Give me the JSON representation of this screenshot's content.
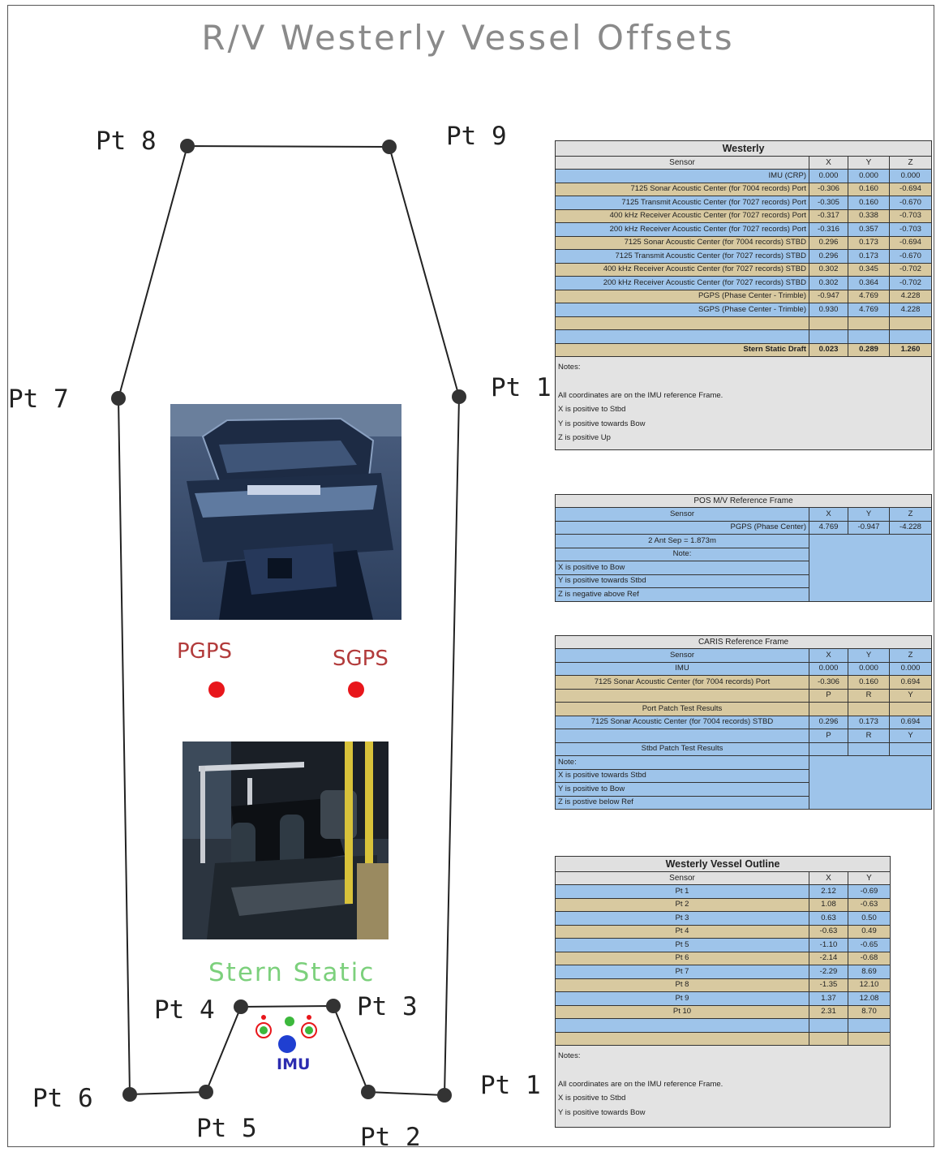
{
  "title": "R/V Westerly Vessel Offsets",
  "diagram": {
    "point_labels": [
      "Pt 8",
      "Pt 9",
      "Pt 7",
      "Pt 1",
      "Pt 4",
      "Pt 3",
      "Pt 6",
      "Pt 5",
      "Pt 2",
      "Pt 1"
    ],
    "pgps_label": "PGPS",
    "sgps_label": "SGPS",
    "stern_static_label": "Stern Static",
    "imu_label": "IMU",
    "colors": {
      "gps": "#e8161b",
      "imu": "#1f3fd1",
      "static": "#3cb83c",
      "outline": "#222222"
    }
  },
  "westerly_table": {
    "title": "Westerly",
    "headers": [
      "Sensor",
      "X",
      "Y",
      "Z"
    ],
    "rows": [
      {
        "sensor": "IMU (CRP)",
        "x": "0.000",
        "y": "0.000",
        "z": "0.000",
        "c": "b"
      },
      {
        "sensor": "7125 Sonar Acoustic Center (for 7004 records) Port",
        "x": "-0.306",
        "y": "0.160",
        "z": "-0.694",
        "c": "k"
      },
      {
        "sensor": "7125 Transmit Acoustic Center (for 7027 records) Port",
        "x": "-0.305",
        "y": "0.160",
        "z": "-0.670",
        "c": "b"
      },
      {
        "sensor": "400 kHz Receiver Acoustic Center (for 7027 records) Port",
        "x": "-0.317",
        "y": "0.338",
        "z": "-0.703",
        "c": "k"
      },
      {
        "sensor": "200 kHz Receiver Acoustic Center (for 7027 records) Port",
        "x": "-0.316",
        "y": "0.357",
        "z": "-0.703",
        "c": "b"
      },
      {
        "sensor": "7125 Sonar Acoustic Center (for 7004 records) STBD",
        "x": "0.296",
        "y": "0.173",
        "z": "-0.694",
        "c": "k"
      },
      {
        "sensor": "7125 Transmit Acoustic Center (for 7027 records) STBD",
        "x": "0.296",
        "y": "0.173",
        "z": "-0.670",
        "c": "b"
      },
      {
        "sensor": "400 kHz Receiver Acoustic Center (for 7027 records) STBD",
        "x": "0.302",
        "y": "0.345",
        "z": "-0.702",
        "c": "k"
      },
      {
        "sensor": "200 kHz Receiver Acoustic Center (for 7027 records) STBD",
        "x": "0.302",
        "y": "0.364",
        "z": "-0.702",
        "c": "b"
      },
      {
        "sensor": "PGPS (Phase Center - Trimble)",
        "x": "-0.947",
        "y": "4.769",
        "z": "4.228",
        "c": "k"
      },
      {
        "sensor": "SGPS (Phase Center - Trimble)",
        "x": "0.930",
        "y": "4.769",
        "z": "4.228",
        "c": "b"
      },
      {
        "sensor": "",
        "x": "",
        "y": "",
        "z": "",
        "c": "k"
      },
      {
        "sensor": "",
        "x": "",
        "y": "",
        "z": "",
        "c": "b"
      }
    ],
    "draft_row": {
      "sensor": "Stern Static Draft",
      "x": "0.023",
      "y": "0.289",
      "z": "1.260"
    },
    "notes": [
      "Notes:",
      "",
      "All coordinates are on the IMU reference Frame.",
      "X is positive to Stbd",
      "Y is positive towards Bow",
      "Z is positive Up"
    ]
  },
  "posmv_table": {
    "title": "POS M/V Reference Frame",
    "headers": [
      "Sensor",
      "X",
      "Y",
      "Z"
    ],
    "row": {
      "sensor": "PGPS (Phase Center)",
      "x": "4.769",
      "y": "-0.947",
      "z": "-4.228"
    },
    "ant_sep": "2 Ant Sep = 1.873m",
    "note_label": "Note:",
    "notes": [
      "X is positive to Bow",
      "Y is positive towards Stbd",
      "Z is negative above Ref"
    ]
  },
  "caris_table": {
    "title": "CARIS Reference Frame",
    "headers": [
      "Sensor",
      "X",
      "Y",
      "Z"
    ],
    "imu_row": {
      "sensor": "IMU",
      "x": "0.000",
      "y": "0.000",
      "z": "0.000"
    },
    "port_row": {
      "sensor": "7125 Sonar Acoustic Center (for 7004 records) Port",
      "x": "-0.306",
      "y": "0.160",
      "z": "0.694"
    },
    "prh": [
      "P",
      "R",
      "Y"
    ],
    "port_patch": "Port Patch Test Results",
    "stbd_row": {
      "sensor": "7125 Sonar Acoustic Center (for 7004 records) STBD",
      "x": "0.296",
      "y": "0.173",
      "z": "0.694"
    },
    "stbd_patch": "Stbd Patch Test Results",
    "notes": [
      "Note:",
      "X is positive towards Stbd",
      "Y is positive to Bow",
      "Z is postive below Ref"
    ]
  },
  "outline_table": {
    "title": "Westerly Vessel Outline",
    "headers": [
      "Sensor",
      "X",
      "Y"
    ],
    "rows": [
      {
        "sensor": "Pt 1",
        "x": "2.12",
        "y": "-0.69",
        "c": "b"
      },
      {
        "sensor": "Pt 2",
        "x": "1.08",
        "y": "-0.63",
        "c": "k"
      },
      {
        "sensor": "Pt 3",
        "x": "0.63",
        "y": "0.50",
        "c": "b"
      },
      {
        "sensor": "Pt 4",
        "x": "-0.63",
        "y": "0.49",
        "c": "k"
      },
      {
        "sensor": "Pt 5",
        "x": "-1.10",
        "y": "-0.65",
        "c": "b"
      },
      {
        "sensor": "Pt 6",
        "x": "-2.14",
        "y": "-0.68",
        "c": "k"
      },
      {
        "sensor": "Pt 7",
        "x": "-2.29",
        "y": "8.69",
        "c": "b"
      },
      {
        "sensor": "Pt 8",
        "x": "-1.35",
        "y": "12.10",
        "c": "k"
      },
      {
        "sensor": "Pt 9",
        "x": "1.37",
        "y": "12.08",
        "c": "b"
      },
      {
        "sensor": "Pt 10",
        "x": "2.31",
        "y": "8.70",
        "c": "k"
      },
      {
        "sensor": "",
        "x": "",
        "y": "",
        "c": "b"
      },
      {
        "sensor": "",
        "x": "",
        "y": "",
        "c": "k"
      }
    ],
    "notes": [
      "Notes:",
      "",
      "All coordinates are on the IMU reference Frame.",
      "X is positive to Stbd",
      "Y is positive towards Bow"
    ]
  }
}
